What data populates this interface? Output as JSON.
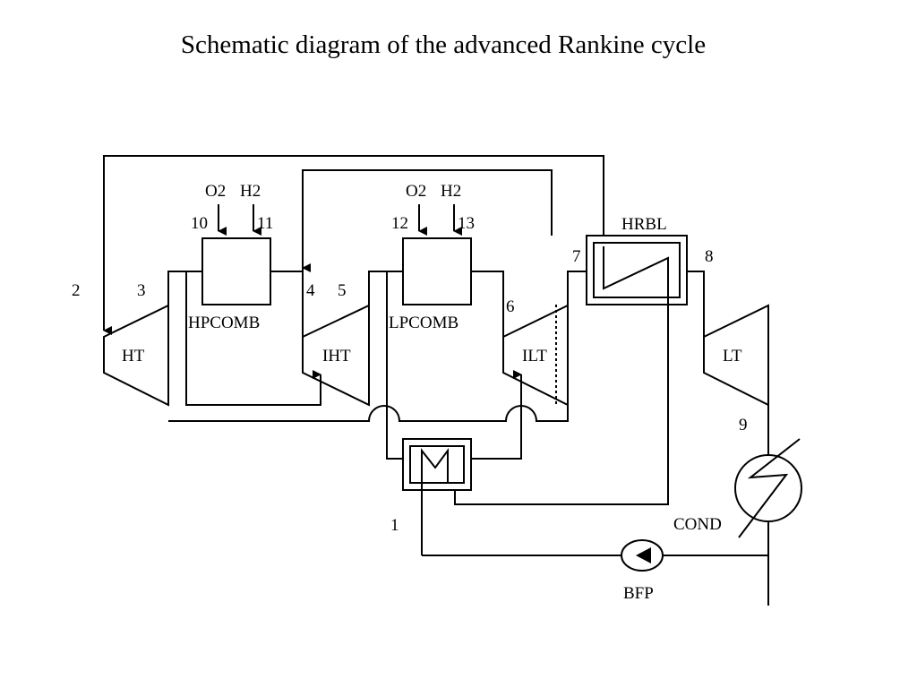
{
  "title": "Schematic diagram of the advanced Rankine cycle",
  "components": {
    "ht": "HT",
    "iht": "IHT",
    "ilt": "ILT",
    "lt": "LT",
    "hpcomb": "HPCOMB",
    "lpcomb": "LPCOMB",
    "hrbl": "HRBL",
    "cond": "COND",
    "bfp": "BFP"
  },
  "inputs": {
    "hp_o2": "O2",
    "hp_h2": "H2",
    "lp_o2": "O2",
    "lp_h2": "H2"
  },
  "states": {
    "s1": "1",
    "s2": "2",
    "s3": "3",
    "s4": "4",
    "s5": "5",
    "s6": "6",
    "s7": "7",
    "s8": "8",
    "s9": "9",
    "s10": "10",
    "s11": "11",
    "s12": "12",
    "s13": "13"
  }
}
